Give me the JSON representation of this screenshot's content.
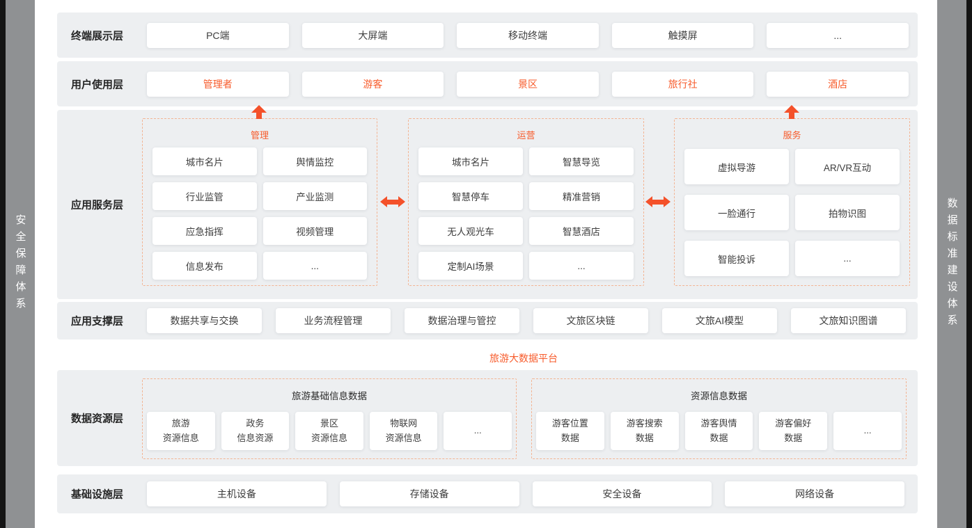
{
  "colors": {
    "accent": "#f75b2b",
    "arrow": "#f4512a",
    "dashed_border": "#f3b493",
    "layer_band": "#edeff1",
    "rail": "#8f9193"
  },
  "rails": {
    "left": "安全保障体系",
    "right": "数据标准建设体系"
  },
  "layers": {
    "terminal": {
      "label": "终端展示层",
      "items": [
        "PC端",
        "大屏端",
        "移动终端",
        "触摸屏",
        "..."
      ]
    },
    "user": {
      "label": "用户使用层",
      "items": [
        "管理者",
        "游客",
        "景区",
        "旅行社",
        "酒店"
      ]
    },
    "app_service": {
      "label": "应用服务层",
      "groups": [
        {
          "title": "管理",
          "items": [
            "城市名片",
            "舆情监控",
            "行业监管",
            "产业监测",
            "应急指挥",
            "视频管理",
            "信息发布",
            "..."
          ]
        },
        {
          "title": "运营",
          "items": [
            "城市名片",
            "智慧导览",
            "智慧停车",
            "精准营销",
            "无人观光车",
            "智慧酒店",
            "定制AI场景",
            "..."
          ]
        },
        {
          "title": "服务",
          "items": [
            "虚拟导游",
            "AR/VR互动",
            "一脸通行",
            "拍物识图",
            "智能投诉",
            "..."
          ]
        }
      ]
    },
    "app_support": {
      "label": "应用支撑层",
      "items": [
        "数据共享与交换",
        "业务流程管理",
        "数据治理与管控",
        "文旅区块链",
        "文旅AI模型",
        "文旅知识图谱"
      ]
    },
    "platform_caption": "旅游大数据平台",
    "data_resource": {
      "label": "数据资源层",
      "groups": [
        {
          "title": "旅游基础信息数据",
          "items": [
            "旅游\n资源信息",
            "政务\n信息资源",
            "景区\n资源信息",
            "物联网\n资源信息",
            "..."
          ]
        },
        {
          "title": "资源信息数据",
          "items": [
            "游客位置\n数据",
            "游客搜索\n数据",
            "游客舆情\n数据",
            "游客偏好\n数据",
            "..."
          ]
        }
      ]
    },
    "infrastructure": {
      "label": "基础设施层",
      "items": [
        "主机设备",
        "存储设备",
        "安全设备",
        "网络设备"
      ]
    }
  }
}
